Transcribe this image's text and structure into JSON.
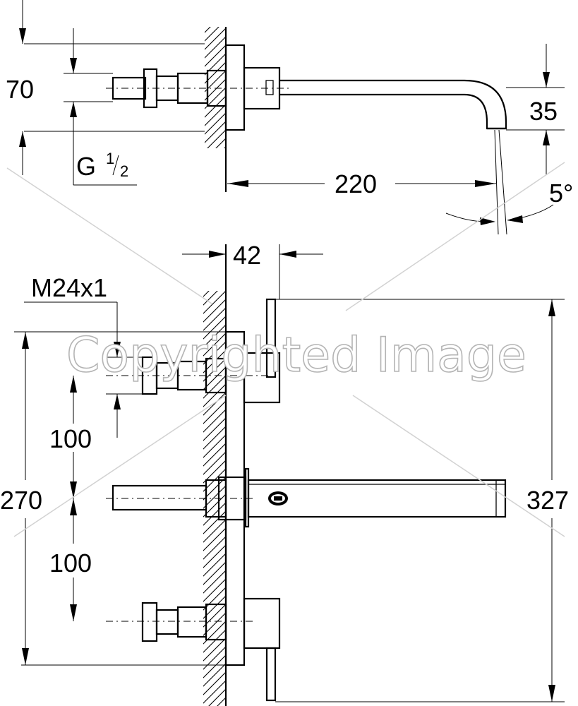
{
  "watermark": "Copyrighted Image",
  "top_view": {
    "dim_height": "70",
    "dim_spout_offset": "35",
    "dim_reach": "220",
    "dim_angle": "5°",
    "thread_main": "G ",
    "thread_sup": "1",
    "thread_sub": "2"
  },
  "front_view": {
    "dim_depth": "42",
    "thread_label": "M24x1",
    "dim_upper_spacing": "100",
    "dim_lower_spacing": "100",
    "dim_total_height": "270",
    "dim_overall_height": "327"
  }
}
